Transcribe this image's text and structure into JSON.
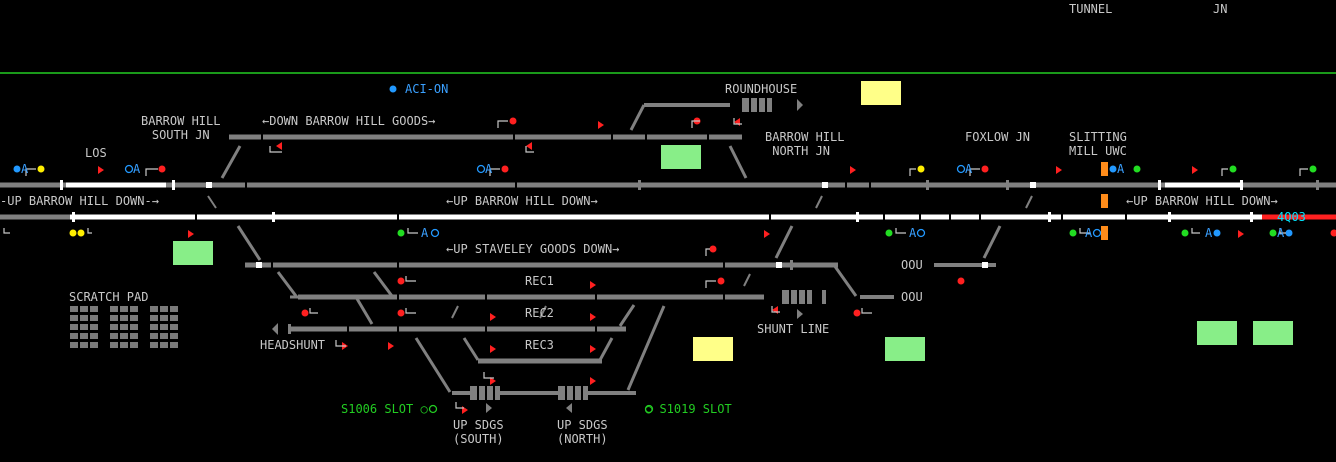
{
  "colors": {
    "background": "#000000",
    "track_occupied": "#808080",
    "track_clear": "#ffffff",
    "signal_danger": "#ff2020",
    "signal_proceed": "#22dd22",
    "signal_caution": "#ffee00",
    "signal_auto": "#2299ff",
    "label_green": "#22cc22",
    "border_line": "#1a9a1a",
    "panel_yellow": "#ffff88",
    "panel_green": "#88ee88",
    "marker_orange": "#ff8c1a",
    "headcode": "#00e5ff"
  },
  "top_labels": {
    "tunnel": "TUNNEL",
    "jn": "JN"
  },
  "status": {
    "aci_on": "ACI-ON"
  },
  "locations": {
    "roundhouse": "ROUNDHOUSE",
    "barrow_hill_south_jn": "BARROW HILL\nSOUTH JN",
    "barrow_hill_north_jn": "BARROW HILL\n NORTH JN",
    "foxlow_jn": "FOXLOW JN",
    "slitting_mill_uwc": "SLITTING\nMILL UWC",
    "los": "LOS",
    "scratch_pad": "SCRATCH PAD",
    "headshunt": "HEADSHUNT",
    "shunt_line": "SHUNT LINE",
    "up_sdgs_south": "UP SDGS\n(SOUTH)",
    "up_sdgs_north": "UP SDGS\n(NORTH)"
  },
  "lines": {
    "down_barrow_hill_goods": "←DOWN BARROW HILL GOODS→",
    "up_barrow_hill_down_left": "-UP BARROW HILL DOWN-→",
    "up_barrow_hill_down_mid": "←UP BARROW HILL DOWN→",
    "up_barrow_hill_down_right": "←UP BARROW HILL DOWN→",
    "up_staveley_goods_down": "←UP STAVELEY GOODS DOWN→",
    "rec1": "REC1",
    "rec2": "REC2",
    "rec3": "REC3",
    "oou_1": "OOU",
    "oou_2": "OOU"
  },
  "slots": {
    "s1006": "S1006 SLOT ○",
    "s1019": "○ S1019 SLOT"
  },
  "auto_markers": {
    "a": "A"
  },
  "train_headcodes": [
    "4Q03"
  ]
}
